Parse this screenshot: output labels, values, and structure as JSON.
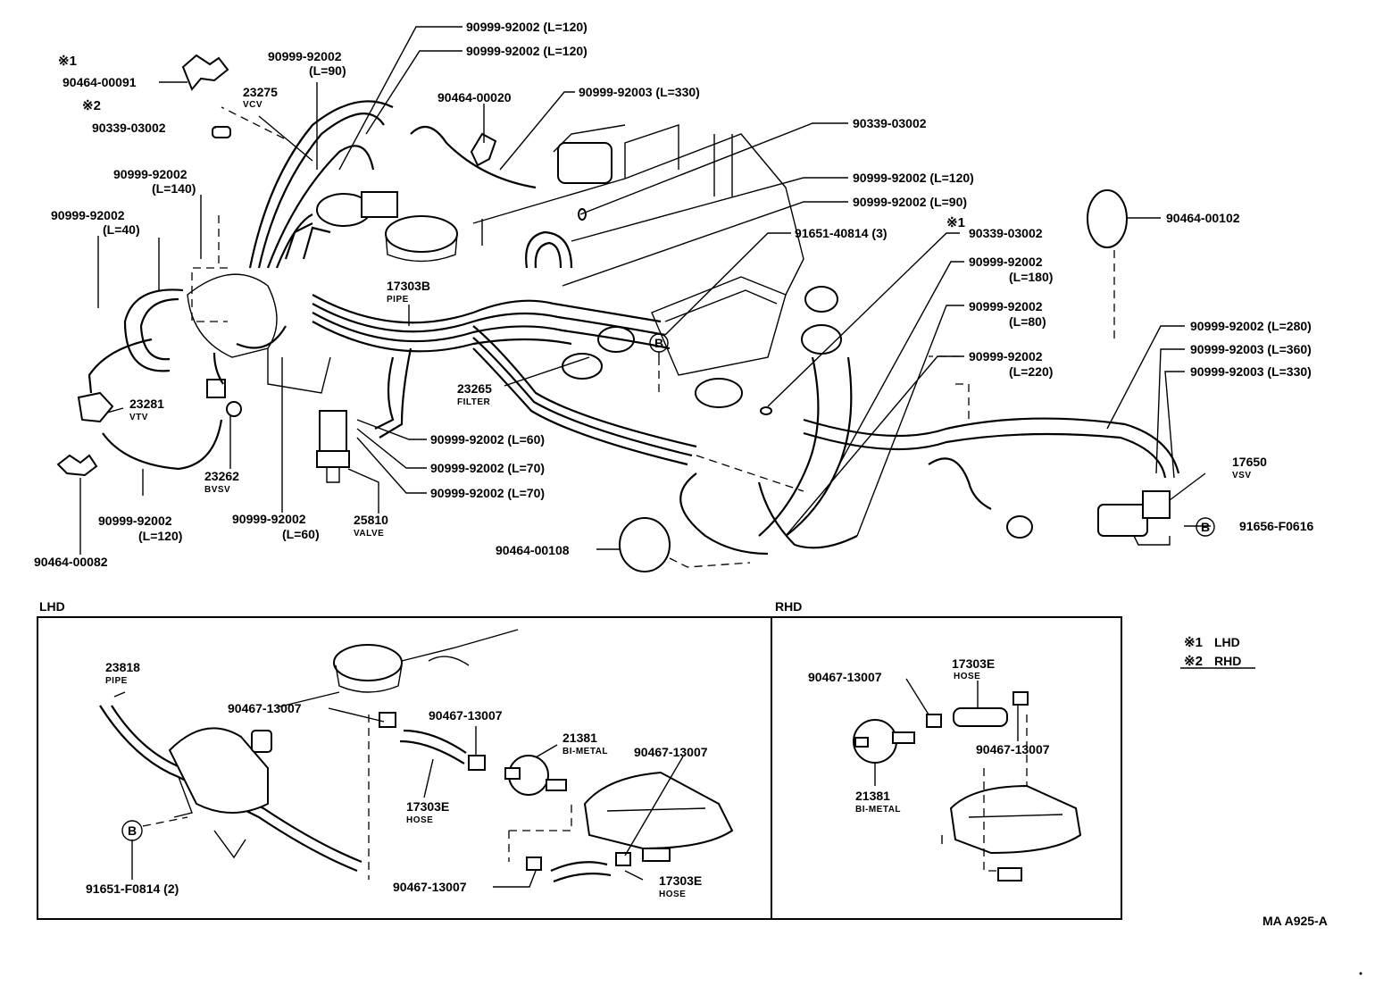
{
  "labels": {
    "note1_marker": "※1",
    "l_90464_00091": "90464-00091",
    "note2_marker": "※2",
    "l_90339_03002_a": "90339-03002",
    "l_23275": "23275",
    "l_vcv": "VCV",
    "l_92002_l90_top": "90999-92002",
    "l_l90_top": "(L=90)",
    "l_92002_l120_a": "90999-92002 (L=120)",
    "l_92002_l120_b": "90999-92002 (L=120)",
    "l_90464_00020": "90464-00020",
    "l_92003_l330_top": "90999-92003 (L=330)",
    "l_90339_03002_b": "90339-03002",
    "l_92002_l140": "90999-92002",
    "l_l140": "(L=140)",
    "l_92002_l120_c": "90999-92002 (L=120)",
    "l_92002_l90_c": "90999-92002 (L=90)",
    "l_90464_00102": "90464-00102",
    "l_92002_l40": "90999-92002",
    "l_l40": "(L=40)",
    "l_91651_40814": "91651-40814 (3)",
    "note1_marker_b": "※1",
    "l_90339_03002_c": "90339-03002",
    "l_17303b": "17303B",
    "l_pipe": "PIPE",
    "l_92002_l180": "90999-92002",
    "l_l180": "(L=180)",
    "l_92002_l80": "90999-92002",
    "l_l80": "(L=80)",
    "l_92002_l280": "90999-92002 (L=280)",
    "l_92003_l360": "90999-92003 (L=360)",
    "l_92002_l220": "90999-92002",
    "l_l220": "(L=220)",
    "l_92003_l330_b": "90999-92003 (L=330)",
    "l_23265": "23265",
    "l_filter": "FILTER",
    "l_23281": "23281",
    "l_vtv": "VTV",
    "l_23262": "23262",
    "l_bvsv": "BVSV",
    "l_92002_l60_a": "90999-92002 (L=60)",
    "l_92002_l70_a": "90999-92002 (L=70)",
    "l_92002_l70_b": "90999-92002 (L=70)",
    "l_17650": "17650",
    "l_vsv": "VSV",
    "l_91656_f0616": "91656-F0616",
    "l_92002_l120_d": "90999-92002",
    "l_l120_d": "(L=120)",
    "l_92002_l60_b": "90999-92002",
    "l_l60_b": "(L=60)",
    "l_25810": "25810",
    "l_valve": "VALVE",
    "l_90464_00082": "90464-00082",
    "l_90464_00108": "90464-00108",
    "b_marker": "B"
  },
  "lhd": {
    "title": "LHD",
    "l_23818": "23818",
    "l_pipe": "PIPE",
    "l_90467_a": "90467-13007",
    "l_90467_b": "90467-13007",
    "l_21381": "21381",
    "l_bimetal": "BI-METAL",
    "l_90467_c": "90467-13007",
    "l_17303e_a": "17303E",
    "l_hose_a": "HOSE",
    "l_91651_f0814": "91651-F0814 (2)",
    "l_90467_d": "90467-13007",
    "l_17303e_b": "17303E",
    "l_hose_b": "HOSE",
    "b_marker": "B"
  },
  "rhd": {
    "title": "RHD",
    "l_90467_a": "90467-13007",
    "l_17303e": "17303E",
    "l_hose": "HOSE",
    "l_90467_b": "90467-13007",
    "l_21381": "21381",
    "l_bimetal": "BI-METAL"
  },
  "legend": {
    "item1_marker": "※1",
    "item1_text": "LHD",
    "item2_marker": "※2",
    "item2_text": "RHD"
  },
  "ref_code": "MA A925-A"
}
